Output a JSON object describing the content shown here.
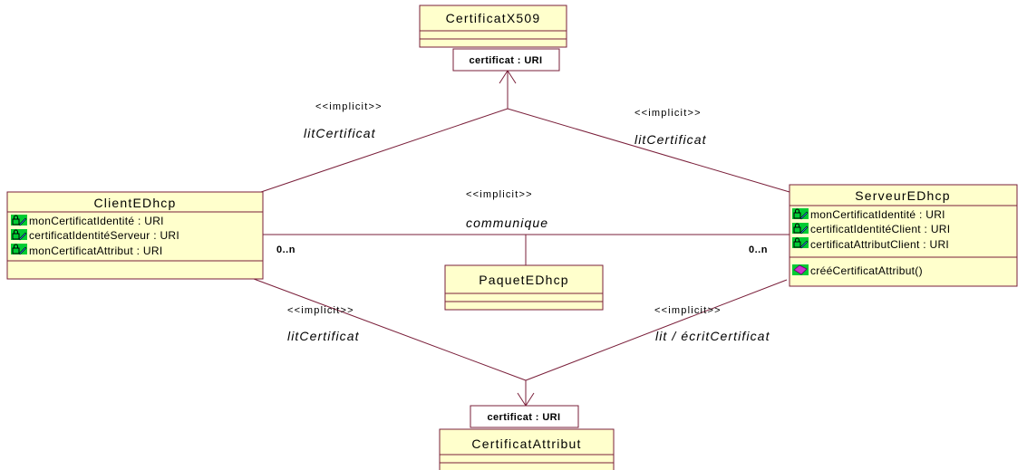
{
  "diagram": {
    "classes": {
      "certificat_x509": {
        "name": "CertificatX509"
      },
      "client": {
        "name": "ClientEDhcp",
        "attributes": [
          "monCertificatIdentité : URI",
          "certificatIdentitéServeur : URI",
          "monCertificatAttribut : URI"
        ]
      },
      "serveur": {
        "name": "ServeurEDhcp",
        "attributes": [
          "monCertificatIdentité : URI",
          "certificatIdentitéClient : URI",
          "certificatAttributClient : URI"
        ],
        "operations": [
          "crééCertificatAttribut()"
        ]
      },
      "paquet": {
        "name": "PaquetEDhcp"
      },
      "certificat_attribut": {
        "name": "CertificatAttribut"
      }
    },
    "qualifiers": {
      "top": "certificat : URI",
      "bottom": "certificat : URI"
    },
    "associations": {
      "client_x509": {
        "stereotype": "<<implicit>>",
        "role": "litCertificat"
      },
      "serveur_x509": {
        "stereotype": "<<implicit>>",
        "role": "litCertificat"
      },
      "client_serveur": {
        "stereotype": "<<implicit>>",
        "role": "communique",
        "mult_left": "0..n",
        "mult_right": "0..n"
      },
      "client_attribut": {
        "stereotype": "<<implicit>>",
        "role": "litCertificat"
      },
      "serveur_attribut": {
        "stereotype": "<<implicit>>",
        "role": "lit / écritCertificat"
      }
    },
    "colors": {
      "class_fill": "#ffffcc",
      "line": "#7a1f3a",
      "attribute_icon": "#00cc33",
      "operation_icon": "#cc33cc"
    },
    "icons": {
      "attribute": "lock-attribute-icon",
      "operation": "operation-icon"
    }
  }
}
